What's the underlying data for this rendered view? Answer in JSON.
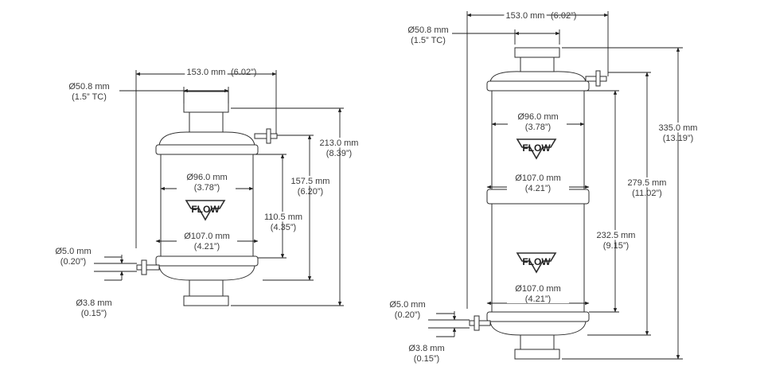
{
  "colors": {
    "line": "#1f1f1f",
    "text": "#3a3a3a",
    "shade": "#9a9a9a",
    "background": "#ffffff"
  },
  "flow_label": "FLOW",
  "left_view": {
    "width_main": "153.0 mm",
    "width_main_in": "(6.02”)",
    "port": "Ø50.8 mm",
    "port_in": "(1.5” TC)",
    "body_dia": "Ø96.0 mm",
    "body_dia_in": "(3.78”)",
    "flange_dia": "Ø107.0 mm",
    "flange_dia_in": "(4.21”)",
    "h_total": "213.0 mm",
    "h_total_in": "(8.39”)",
    "h_mid": "157.5 mm",
    "h_mid_in": "(6.20”)",
    "h_small": "110.5 mm",
    "h_small_in": "(4.35”)",
    "vent": "Ø5.0 mm",
    "vent_in": "(0.20”)",
    "vent2": "Ø3.8 mm",
    "vent2_in": "(0.15”)"
  },
  "right_view": {
    "width_main": "153.0 mm",
    "width_main_in": "(6.02”)",
    "port": "Ø50.8 mm",
    "port_in": "(1.5” TC)",
    "body_dia": "Ø96.0 mm",
    "body_dia_in": "(3.78”)",
    "flange_dia_top": "Ø107.0 mm",
    "flange_dia_top_in": "(4.21”)",
    "flange_dia_bottom": "Ø107.0 mm",
    "flange_dia_bottom_in": "(4.21”)",
    "h_total": "335.0 mm",
    "h_total_in": "(13.19”)",
    "h_mid": "279.5 mm",
    "h_mid_in": "(11.02”)",
    "h_small": "232.5 mm",
    "h_small_in": "(9.15”)",
    "vent": "Ø5.0 mm",
    "vent_in": "(0.20”)",
    "vent2": "Ø3.8 mm",
    "vent2_in": "(0.15”)"
  }
}
